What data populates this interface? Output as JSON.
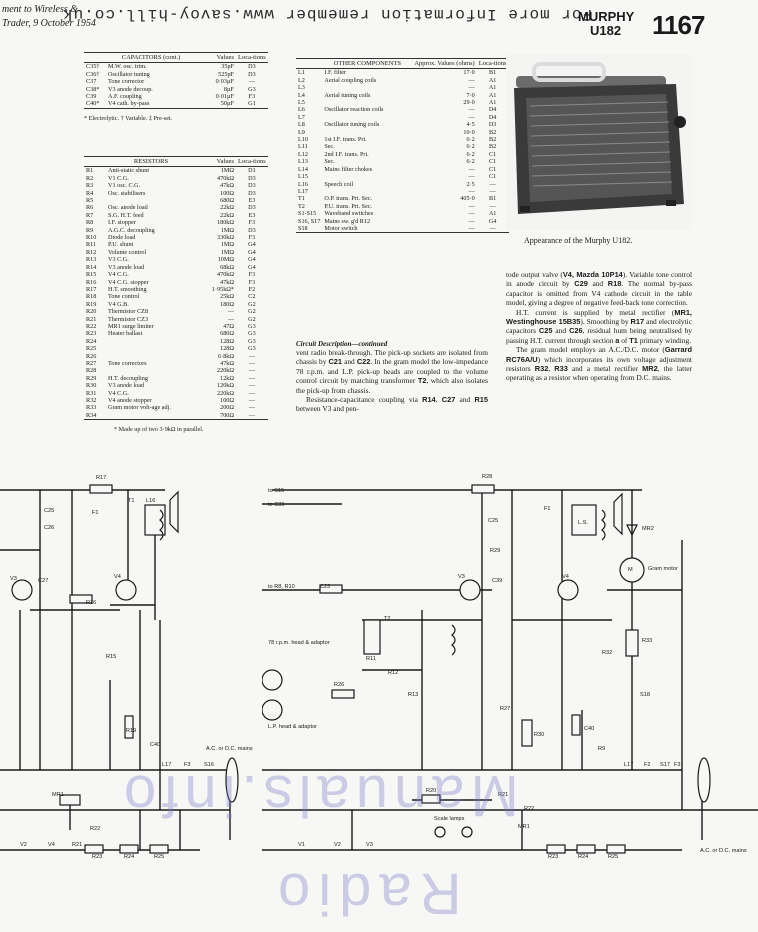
{
  "header": {
    "line1": "ment to Wireless &",
    "line2": "Trader, 9 October 1954",
    "brand": "MURPHY",
    "model": "U182",
    "page_number": "1167"
  },
  "watermarks": {
    "top": "For more Information remember www.savoy-hill.co.uk",
    "bottom_line1": "Radio",
    "bottom_line2": "Manuals.info"
  },
  "capacitors": {
    "headers": [
      "",
      "CAPACITORS (cont.)",
      "Values",
      "Loca-tions"
    ],
    "rows": [
      [
        "C35†",
        "M.W. osc. trim.",
        "35pF",
        "D3"
      ],
      [
        "C36†",
        "Oscillator tuning",
        "525pF",
        "D3"
      ],
      [
        "C37",
        "Tone corrector",
        "0·03µF",
        "—"
      ],
      [
        "C38*",
        "V3 anode decoup.",
        "8µF",
        "G3"
      ],
      [
        "C39",
        "A.F. coupling",
        "0·01µF",
        "F3"
      ],
      [
        "C40*",
        "V4 cath. by-pass",
        "50µF",
        "G1"
      ]
    ],
    "note": "* Electrolytic.   † Variable.   ‡ Pre-set."
  },
  "resistors": {
    "headers": [
      "",
      "RESISTORS",
      "Values",
      "Loca-tions"
    ],
    "rows": [
      [
        "R1",
        "Anti-static shunt",
        "1MΩ",
        "D1"
      ],
      [
        "R2",
        "V1 C.G.",
        "470kΩ",
        "D3"
      ],
      [
        "R3",
        "V1 osc. C.G.",
        "47kΩ",
        "D3"
      ],
      [
        "R4",
        "Osc. stabilisers",
        "100Ω",
        "D3"
      ],
      [
        "R5",
        "",
        "680Ω",
        "E3"
      ],
      [
        "R6",
        "Osc. anode load",
        "22kΩ",
        "D3"
      ],
      [
        "R7",
        "S.G. H.T. feed",
        "22kΩ",
        "E3"
      ],
      [
        "R8",
        "I.F. stopper",
        "180kΩ",
        "F3"
      ],
      [
        "R9",
        "A.G.C. decoupling",
        "1MΩ",
        "D3"
      ],
      [
        "R10",
        "Diode load",
        "330kΩ",
        "F3"
      ],
      [
        "R11",
        "P.U. shunt",
        "1MΩ",
        "G4"
      ],
      [
        "R12",
        "Volume control",
        "1MΩ",
        "G4"
      ],
      [
        "R13",
        "V3 C.G.",
        "10MΩ",
        "G4"
      ],
      [
        "R14",
        "V3 anode load",
        "68kΩ",
        "G4"
      ],
      [
        "R15",
        "V4 C.G.",
        "470kΩ",
        "F3"
      ],
      [
        "R16",
        "V4 C.G. stopper",
        "47kΩ",
        "F3"
      ],
      [
        "R17",
        "H.T. smoothing",
        "1·95kΩ*",
        "F2"
      ],
      [
        "R18",
        "Tone control",
        "25kΩ",
        "C2"
      ],
      [
        "R19",
        "V4 G.B.",
        "180Ω",
        "G2"
      ],
      [
        "R20",
        "Thermistor CZ8",
        "—",
        "G2"
      ],
      [
        "R21",
        "Thermistor CZ3",
        "—",
        "G2"
      ],
      [
        "R22",
        "MR1 surge limiter",
        "47Ω",
        "G3"
      ],
      [
        "R23",
        "Heater ballast",
        "680Ω",
        "G3"
      ],
      [
        "R24",
        "",
        "128Ω",
        "G3"
      ],
      [
        "R25",
        "",
        "128Ω",
        "G3"
      ],
      [
        "R26",
        "",
        "6·8kΩ",
        "—"
      ],
      [
        "R27",
        "Tone correctors",
        "47kΩ",
        "—"
      ],
      [
        "R28",
        "",
        "220kΩ",
        "—"
      ],
      [
        "R29",
        "H.T. decoupling",
        "12kΩ",
        "—"
      ],
      [
        "R30",
        "V3 anode load",
        "120kΩ",
        "—"
      ],
      [
        "R31",
        "V4 C.G.",
        "220kΩ",
        "—"
      ],
      [
        "R32",
        "V4 anode stopper",
        "100Ω",
        "—"
      ],
      [
        "R33",
        "Gram motor volt-age adj.",
        "200Ω",
        "—"
      ],
      [
        "R34",
        "",
        "700Ω",
        "—"
      ]
    ],
    "note": "* Made up of two 3·9kΩ in parallel."
  },
  "other_components": {
    "headers": [
      "",
      "OTHER COMPONENTS",
      "Approx. Values (ohms)",
      "Loca-tions"
    ],
    "rows": [
      [
        "L1",
        "I.F. filter",
        "17·0",
        "B1"
      ],
      [
        "L2",
        "Aerial coupling coils",
        "—",
        "A1"
      ],
      [
        "L3",
        "",
        "—",
        "A1"
      ],
      [
        "L4",
        "Aerial tuning coils",
        "7·0",
        "A1"
      ],
      [
        "L5",
        "",
        "29·0",
        "A1"
      ],
      [
        "L6",
        "Oscillator reaction coils",
        "—",
        "D4"
      ],
      [
        "L7",
        "",
        "—",
        "D4"
      ],
      [
        "L8",
        "Oscillator tuning coils",
        "4·5",
        "D3"
      ],
      [
        "L9",
        "",
        "10·0",
        "B2"
      ],
      [
        "L10",
        "1st I.F. trans. Pri.",
        "6·2",
        "B2"
      ],
      [
        "L11",
        "Sec.",
        "6·2",
        "B2"
      ],
      [
        "L12",
        "2nd I.F. trans. Pri.",
        "6·2",
        "C1"
      ],
      [
        "L13",
        "Sec.",
        "6·2",
        "C1"
      ],
      [
        "L14",
        "Mains filter chokes",
        "—",
        "C1"
      ],
      [
        "L15",
        "",
        "—",
        "C1"
      ],
      [
        "L16",
        "Speech coil",
        "2·5",
        "—"
      ],
      [
        "L17",
        "",
        "—",
        "—"
      ],
      [
        "T1",
        "O.P. trans. Pri. Sec.",
        "405·0",
        "B1"
      ],
      [
        "T2",
        "P.U. trans. Pri. Sec.",
        "—",
        "—"
      ],
      [
        "S1-S15",
        "Waveband switches",
        "—",
        "A1"
      ],
      [
        "S16, S17",
        "Mains sw. g'd R12",
        "—",
        "G4"
      ],
      [
        "S18",
        "Motor switch",
        "—",
        "—"
      ]
    ]
  },
  "photo_caption": "Appearance of the Murphy U182.",
  "circuit_description": {
    "heading": "Circuit Description—continued",
    "paragraph1_pre": "vent radio break-through. The pick-up sockets are isolated from chassis by ",
    "ref_c21": "C21",
    "and1": " and ",
    "ref_c22": "C22",
    "paragraph1_post": ". In the gram model the low-impedance 78 r.p.m. and L.P. pick-up heads are coupled to the volume control circuit by matching transformer ",
    "ref_t2": "T2",
    "paragraph1_end": ", which also isolates the pick-up from chassis.",
    "paragraph2_pre": "Resistance-capacitance coupling via ",
    "ref_r14": "R14",
    "comma1": ", ",
    "ref_c27": "C27",
    "and2": " and ",
    "ref_r15": "R15",
    "paragraph2_post": " between V3 and pen-"
  },
  "right_column": {
    "p1_pre": "tode output valve (",
    "ref_v4": "V4, Mazda 10P14",
    "p1_mid": "). Variable tone control in anode circuit by ",
    "ref_c29": "C29",
    "and1": " and ",
    "ref_r18": "R18",
    "p1_post": ". The normal by-pass capacitor is omitted from V4 cathode circuit in the table model, giving a degree of negative feed-back tone correction.",
    "p2_pre": "H.T. current is supplied by metal rectifier (",
    "ref_mr1": "MR1, Westinghouse 15B35",
    "p2_mid": "). Smoothing by ",
    "ref_r17": "R17",
    "p2_mid2": " and electrolytic capacitors ",
    "ref_c25": "C25",
    "and2": " and ",
    "ref_c26": "C26",
    "p2_post": ", residual hum being neutralised by passing H.T. current through section ",
    "ref_a": "a",
    "of_t1": " of ",
    "ref_t1": "T1",
    "p2_end": " primary winding.",
    "p3_pre": "The gram model employs an A.C./D.C. motor (",
    "ref_garrard": "Garrard RC76A/U",
    "p3_mid": ") which incorporates its own voltage adjustment resistors ",
    "ref_r32": "R32",
    "comma": ", ",
    "ref_r33": "R33",
    "p3_mid2": " and a metal rectifier ",
    "ref_mr2": "MR2",
    "p3_post": ", the latter operating as a resistor when operating from D.C. mains."
  },
  "schematic_labels": {
    "left": [
      "R17",
      "C25",
      "F1",
      "C26",
      "L16",
      "T1",
      "V3",
      "C27",
      "V4",
      "R16",
      "R15",
      "R19",
      "L17",
      "F3",
      "S16",
      "A.C. or D.C. mains",
      "MR1",
      "R22",
      "R21",
      "V2",
      "V4",
      "R23",
      "R24",
      "R25",
      "C40"
    ],
    "right": [
      "to S15",
      "to C36",
      "R28",
      "C25",
      "F1",
      "L.S.",
      "MR2",
      "M",
      "Gram motor",
      "R33",
      "S18",
      "R32",
      "to R8, R10",
      "C23",
      "R29",
      "C39",
      "V3",
      "V4",
      "T2",
      "78 r.p.m. head & adaptor",
      "R26",
      "L.P. head & adaptor",
      "R11",
      "R12",
      "R13",
      "R27",
      "R30",
      "C40",
      "R9",
      "S17",
      "L17",
      "F2",
      "F3",
      "R20",
      "Scale lamps",
      "R21",
      "R22",
      "R23",
      "R24",
      "R25",
      "V3",
      "V2",
      "V1",
      "MR1",
      "A.C. or D.C. mains"
    ]
  }
}
